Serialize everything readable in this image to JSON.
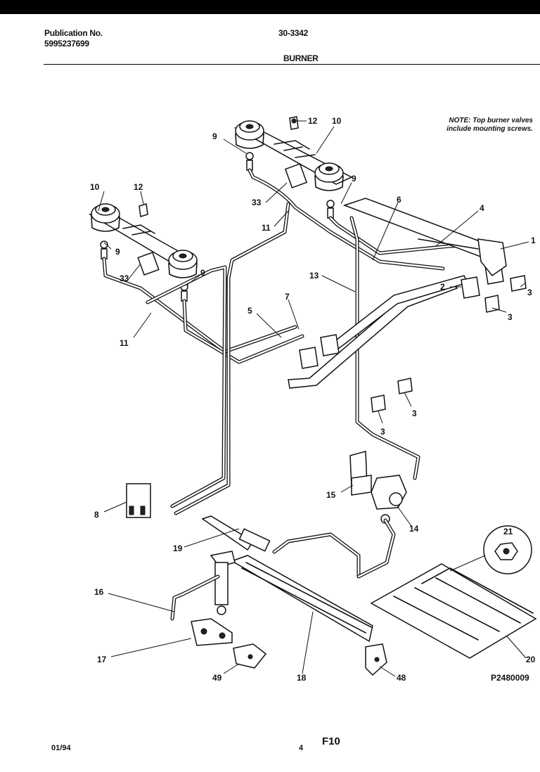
{
  "header": {
    "publication_label": "Publication No.",
    "publication_number": "5995237699",
    "model": "30-3342",
    "section": "BURNER"
  },
  "note": {
    "line1": "NOTE: Top burner valves",
    "line2": "include mounting screws."
  },
  "callouts": [
    "12",
    "10",
    "9",
    "10",
    "12",
    "9",
    "33",
    "6",
    "4",
    "11",
    "1",
    "9",
    "33",
    "9",
    "13",
    "2",
    "3",
    "11",
    "7",
    "5",
    "3",
    "3",
    "3",
    "8",
    "15",
    "14",
    "19",
    "21",
    "16",
    "17",
    "49",
    "18",
    "48",
    "20"
  ],
  "figure_code": "P2480009",
  "footer": {
    "date": "01/94",
    "page": "4",
    "figure": "F10"
  }
}
